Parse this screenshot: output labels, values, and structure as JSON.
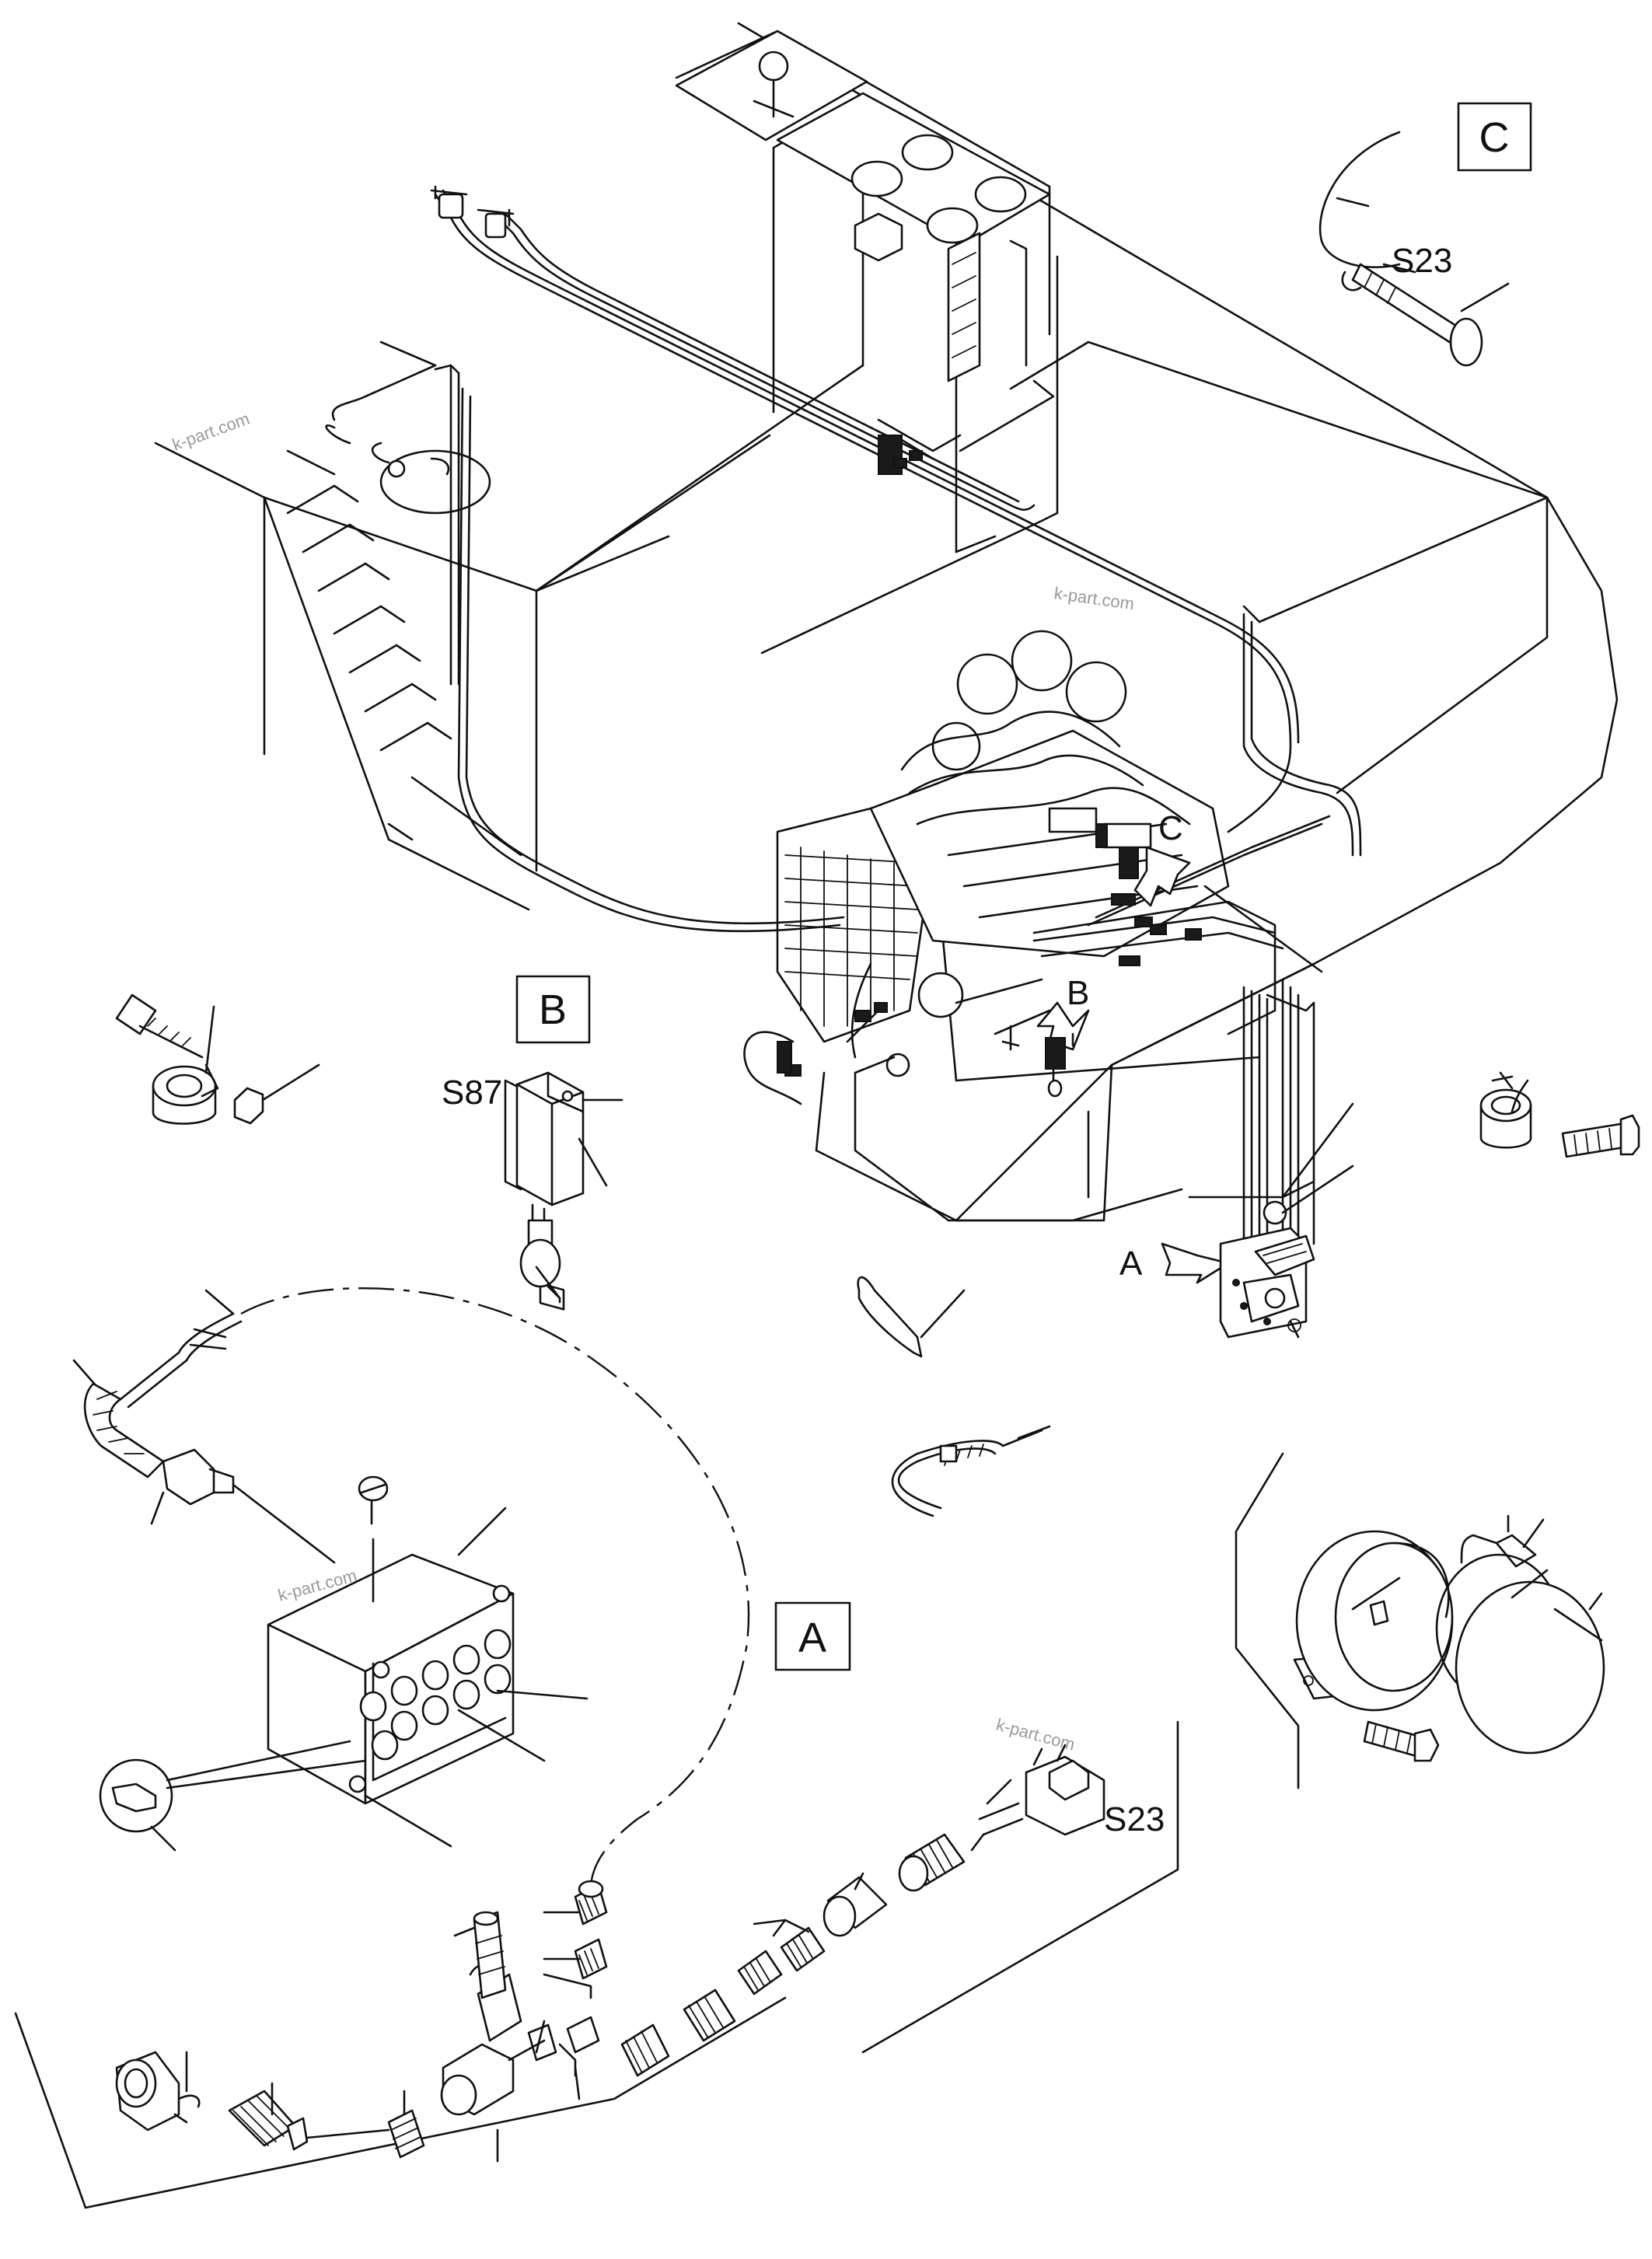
{
  "labels": {
    "box_c": "C",
    "box_b": "B",
    "box_a": "A",
    "s23_top": "S23",
    "s87": "S87",
    "s23_bottom": "S23",
    "arrow_c": "C",
    "arrow_b": "B",
    "arrow_a": "A"
  },
  "watermark": "k-part.com"
}
